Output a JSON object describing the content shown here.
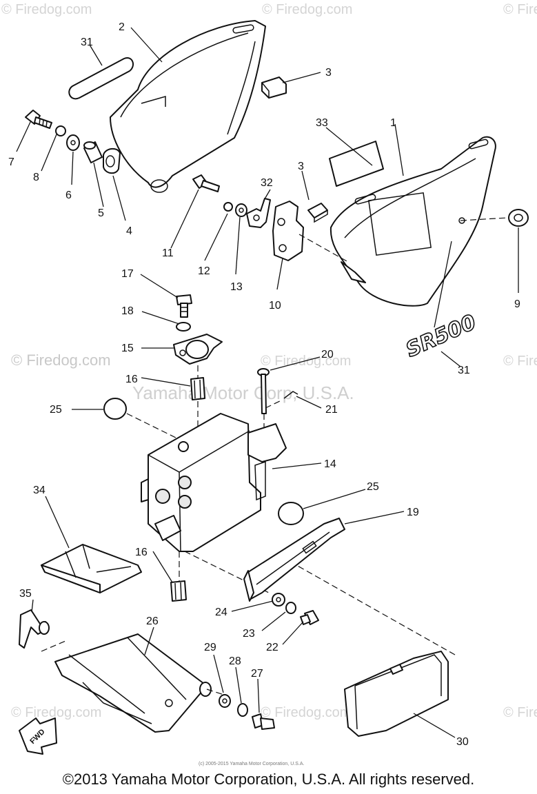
{
  "watermark": {
    "site": "© Firedog.com",
    "site_alt": "© Firedog.com",
    "center": "Yamaha Motor Corp, U.S.A.",
    "fine_print": "(c) 2005-2015 Yamaha Motor Corporation, U.S.A."
  },
  "emblem_text": "SR500",
  "fwd_label": "FWD",
  "copyright": "©2013 Yamaha Motor Corporation, U.S.A. All rights reserved.",
  "callouts": {
    "c1": "1",
    "c2": "2",
    "c3a": "3",
    "c3b": "3",
    "c4": "4",
    "c5": "5",
    "c6": "6",
    "c7": "7",
    "c8": "8",
    "c9": "9",
    "c10": "10",
    "c11": "11",
    "c12": "12",
    "c13": "13",
    "c14": "14",
    "c15": "15",
    "c16a": "16",
    "c16b": "16",
    "c17": "17",
    "c18": "18",
    "c19": "19",
    "c20": "20",
    "c21": "21",
    "c22": "22",
    "c23": "23",
    "c24": "24",
    "c25a": "25",
    "c25b": "25",
    "c26": "26",
    "c27": "27",
    "c28": "28",
    "c29": "29",
    "c30": "30",
    "c31a": "31",
    "c31b": "31",
    "c32": "32",
    "c33": "33",
    "c34": "34",
    "c35": "35"
  }
}
